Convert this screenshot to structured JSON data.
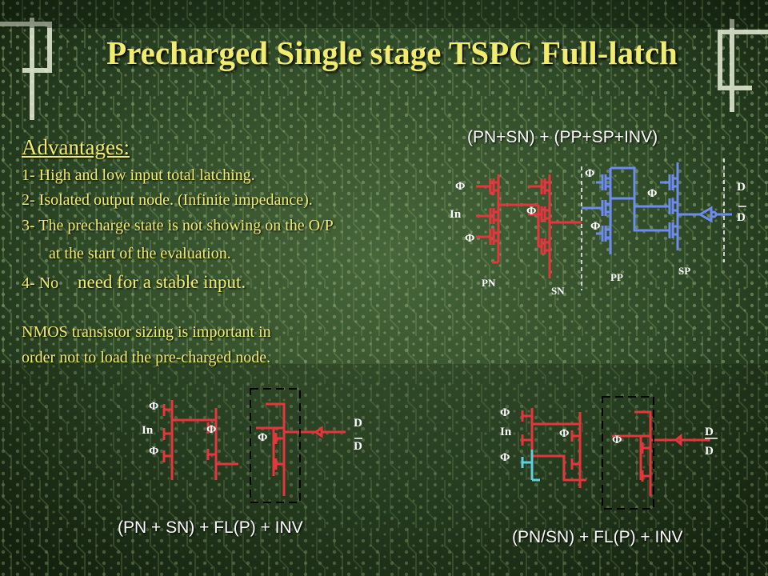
{
  "slide": {
    "title": "Precharged Single stage TSPC Full-latch"
  },
  "advantages": {
    "heading": "Advantages:",
    "items": [
      "1- High and low input total latching.",
      "2- Isolated output node. (Infinite impedance).",
      "3- The precharge state is not showing on the O/P",
      "at the start of the evaluation.",
      "4- No",
      "need for a stable input."
    ],
    "note_lines": [
      "NMOS transistor sizing is important in",
      "order not to load the pre-charged node."
    ]
  },
  "circuits": {
    "top": {
      "caption": "(PN+SN) + (PP+SP+INV)",
      "phi": "Φ",
      "in": "In",
      "d": "D",
      "d_bar": "D",
      "stage_labels": [
        "PN",
        "SN",
        "PP",
        "SP"
      ]
    },
    "bottom_left": {
      "caption": "(PN + SN) + FL(P) + INV",
      "phi": "Φ",
      "in": "In",
      "d": "D",
      "d_bar": "D"
    },
    "bottom_right": {
      "caption": "(PN/SN) + FL(P) + INV",
      "phi": "Φ",
      "in": "In",
      "d": "D",
      "d_bar": "D"
    }
  },
  "colors": {
    "title": "#f2ec6e",
    "text": "#f2ec6e",
    "n_stage": "#e8343c",
    "p_stage": "#6e8cf0",
    "wire_white": "#ffffff",
    "highlight_cyan": "#5fd0e0"
  }
}
